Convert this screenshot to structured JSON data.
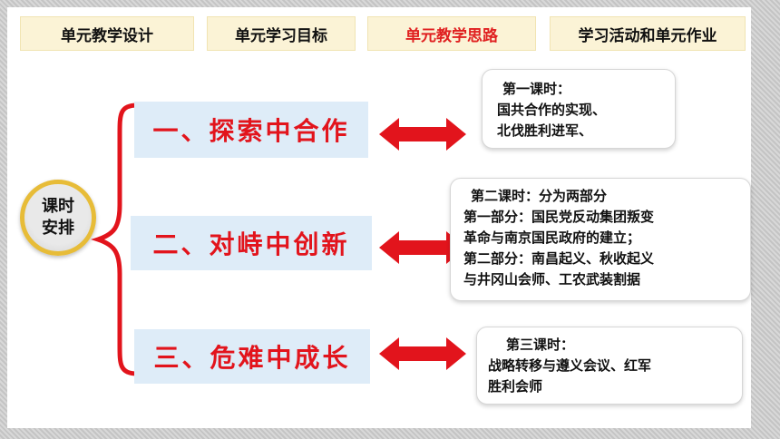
{
  "tabs": [
    {
      "label": "单元教学设计",
      "active": false
    },
    {
      "label": "单元学习目标",
      "active": false
    },
    {
      "label": "单元教学思路",
      "active": true
    },
    {
      "label": "学习活动和单元作业",
      "active": false
    }
  ],
  "schedule_badge": {
    "line1": "课时",
    "line2": "安排"
  },
  "topics": [
    "一、探索中合作",
    "二、对峙中创新",
    "三、危难中成长"
  ],
  "lessons": [
    {
      "heading": "第一课时：",
      "lines": [
        "国共合作的实现、",
        "北伐胜利进军、"
      ]
    },
    {
      "heading": "第二课时：分为两部分",
      "lines": [
        "第一部分：国民党反动集团叛变",
        "革命与南京国民政府的建立；",
        "第二部分：南昌起义、秋收起义",
        "与井冈山会师、工农武装割据"
      ]
    },
    {
      "heading": "第三课时：",
      "lines": [
        "战略转移与遵义会议、红军",
        "胜利会师"
      ]
    }
  ],
  "colors": {
    "accent": "#e2141c",
    "tab_bg": "#fbf3d6",
    "topic_bg": "#deecf8",
    "badge_ring": "#e7bc38"
  }
}
